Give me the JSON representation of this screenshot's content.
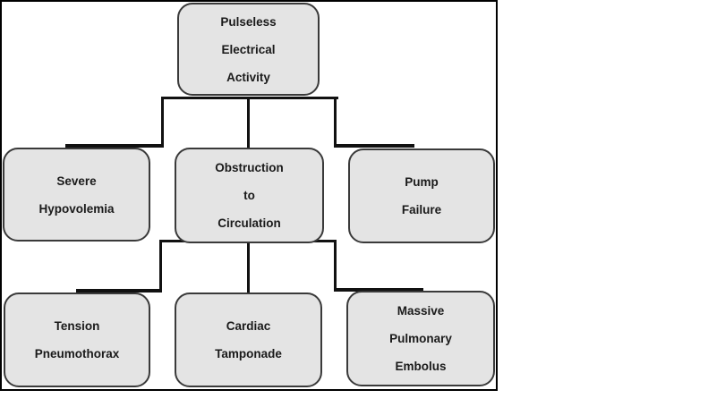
{
  "diagram": {
    "nodes": {
      "pea": {
        "lines": [
          "Pulseless",
          "Electrical",
          "Activity"
        ]
      },
      "severe_hypovolemia": {
        "lines": [
          "Severe",
          "Hypovolemia"
        ]
      },
      "obstruction_to_circulation": {
        "lines": [
          "Obstruction",
          "to",
          "Circulation"
        ]
      },
      "pump_failure": {
        "lines": [
          "Pump",
          "Failure"
        ]
      },
      "tension_pneumothorax": {
        "lines": [
          "Tension",
          "Pneumothorax"
        ]
      },
      "cardiac_tamponade": {
        "lines": [
          "Cardiac",
          "Tamponade"
        ]
      },
      "massive_pulmonary_embolus": {
        "lines": [
          "Massive",
          "Pulmonary",
          "Embolus"
        ]
      }
    },
    "edges": [
      {
        "from": "pea",
        "to": "severe_hypovolemia"
      },
      {
        "from": "pea",
        "to": "obstruction_to_circulation"
      },
      {
        "from": "pea",
        "to": "pump_failure"
      },
      {
        "from": "obstruction_to_circulation",
        "to": "tension_pneumothorax"
      },
      {
        "from": "obstruction_to_circulation",
        "to": "cardiac_tamponade"
      },
      {
        "from": "obstruction_to_circulation",
        "to": "massive_pulmonary_embolus"
      }
    ],
    "colors": {
      "node_fill": "#e4e4e4",
      "node_border": "#3a3a3a",
      "connector": "#111111",
      "frame": "#000000",
      "text": "#1a1a1a"
    }
  }
}
